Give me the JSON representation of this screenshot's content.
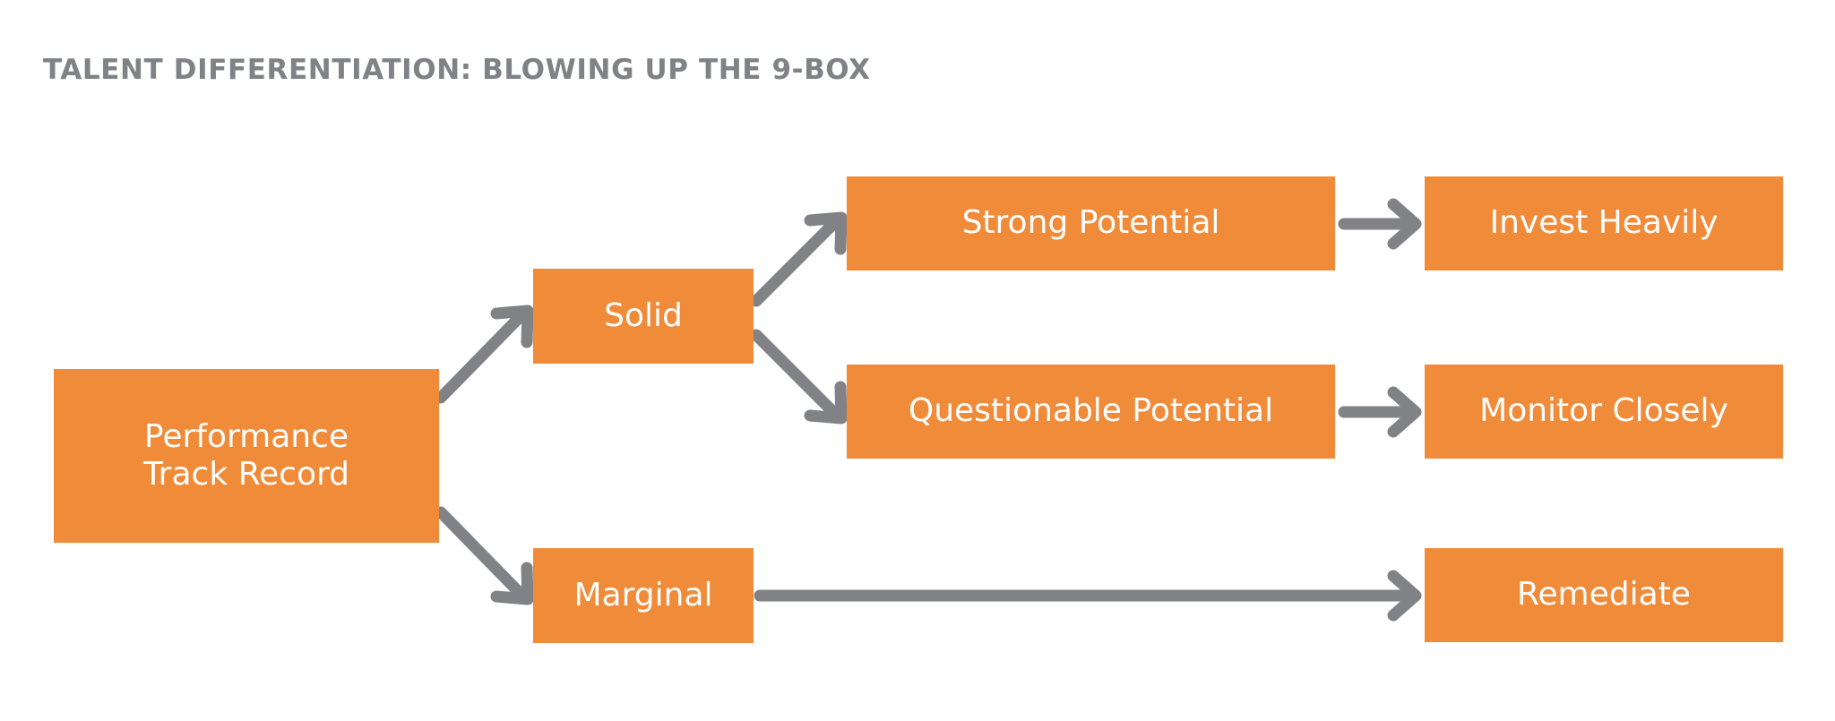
{
  "title": "TALENT DIFFERENTIATION: BLOWING UP THE 9-BOX",
  "colors": {
    "node_fill": "#F08B39",
    "node_text": "#FFFFFF",
    "title_text": "#808285",
    "arrow": "#808285",
    "background": "#FFFFFF"
  },
  "nodes": {
    "performance": "Performance\nTrack Record",
    "solid": "Solid",
    "marginal": "Marginal",
    "strong_potential": "Strong Potential",
    "questionable_potential": "Questionable Potential",
    "invest_heavily": "Invest Heavily",
    "monitor_closely": "Monitor Closely",
    "remediate": "Remediate"
  },
  "connections": [
    {
      "from": "performance",
      "to": "solid",
      "style": "diagonal-up"
    },
    {
      "from": "performance",
      "to": "marginal",
      "style": "diagonal-down"
    },
    {
      "from": "solid",
      "to": "strong_potential",
      "style": "diagonal-up"
    },
    {
      "from": "solid",
      "to": "questionable_potential",
      "style": "diagonal-down"
    },
    {
      "from": "strong_potential",
      "to": "invest_heavily",
      "style": "straight"
    },
    {
      "from": "questionable_potential",
      "to": "monitor_closely",
      "style": "straight"
    },
    {
      "from": "marginal",
      "to": "remediate",
      "style": "straight"
    }
  ]
}
